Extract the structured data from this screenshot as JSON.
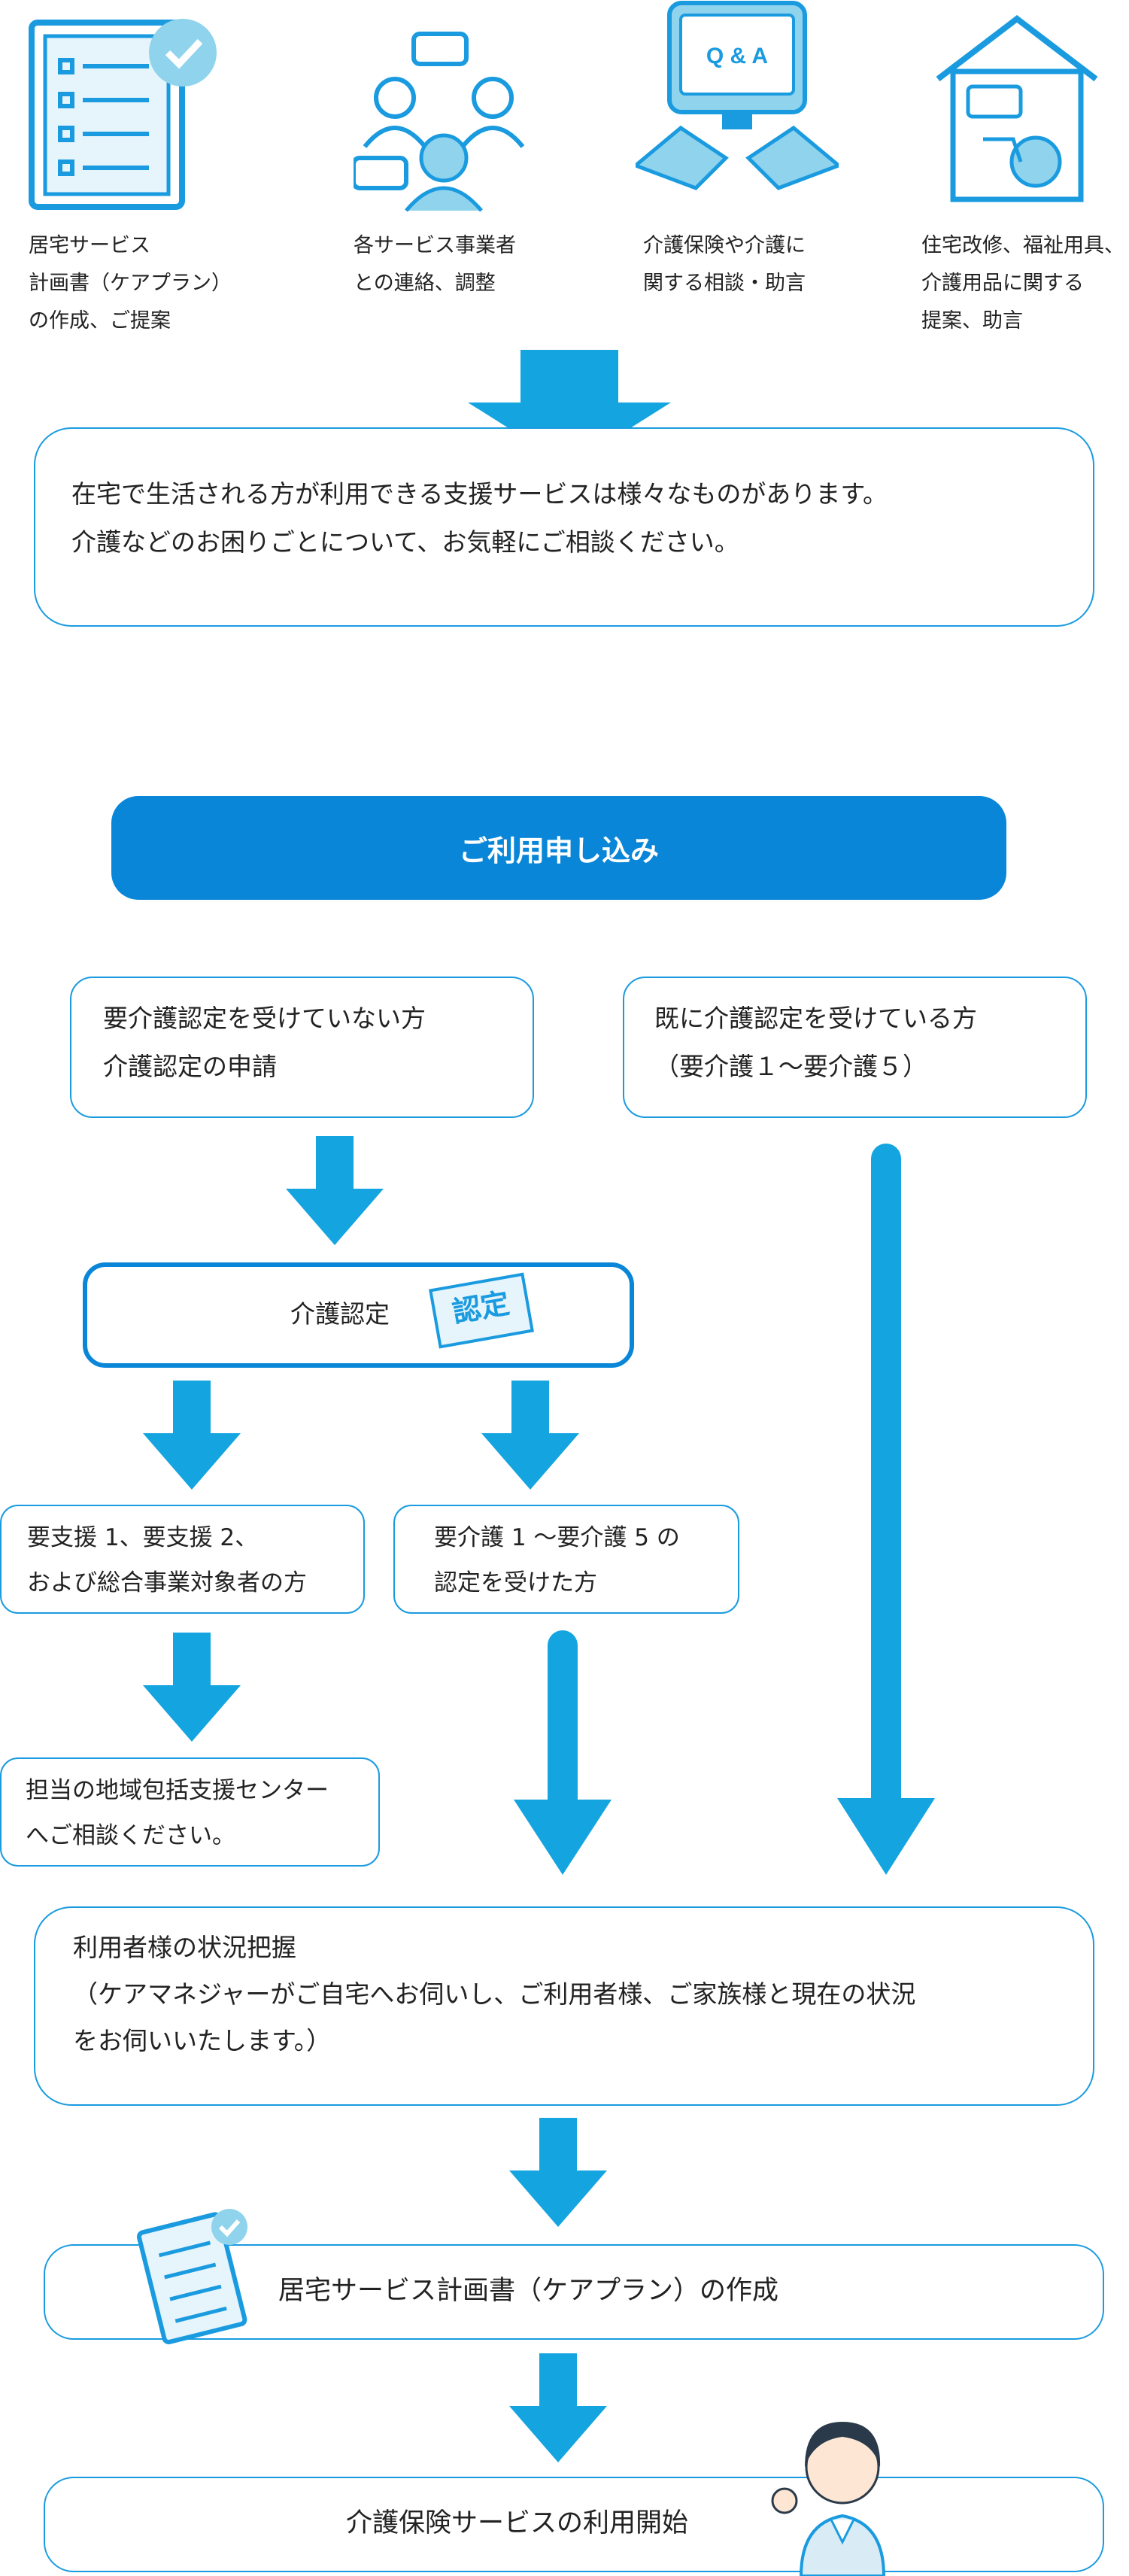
{
  "services": [
    {
      "caption": "居宅サービス\n計画書（ケアプラン）\nの作成、ご提案",
      "icon": "checklist-icon"
    },
    {
      "caption": "各サービス事業者\nとの連絡、調整",
      "icon": "people-chat-icon"
    },
    {
      "caption": "介護保険や介護に\n関する相談・助言",
      "icon": "qa-handshake-icon",
      "icon_text": "Q & A"
    },
    {
      "caption": "住宅改修、福祉用具、\n介護用品に関する\n提案、助言",
      "icon": "house-wheelchair-icon"
    }
  ],
  "intro": {
    "line1": "在宅で生活される方が利用できる支援サービスは様々なものがあります。",
    "line2": "介護などのお困りごとについて、お気軽にご相談ください。"
  },
  "apply_button": "ご利用申し込み",
  "left_start": {
    "line1": "要介護認定を受けていない方",
    "line2": "介護認定の申請"
  },
  "right_start": {
    "line1": "既に介護認定を受けている方",
    "line2": "（要介護１～要介護５）"
  },
  "certification": {
    "label": "介護認定",
    "stamp": "認定"
  },
  "support_level": {
    "line1": "要支援 1、要支援 2、",
    "line2": "および総合事業対象者の方"
  },
  "care_level": {
    "line1": "要介護 1 ～要介護 5 の",
    "line2": "認定を受けた方"
  },
  "consult_center": {
    "line1": "担当の地域包括支援センター",
    "line2": "へご相談ください。"
  },
  "assessment": {
    "line1": "利用者様の状況把握",
    "line2": "（ケアマネジャーがご自宅へお伺いし、ご利用者様、ご家族様と現在の状況",
    "line3": "をお伺いいたします。）"
  },
  "care_plan": "居宅サービス計画書（ケアプラン）の作成",
  "start_service": "介護保険サービスの利用開始",
  "colors": {
    "accent": "#1a9be0",
    "arrow": "#14a4e0",
    "button": "#0a86d8"
  }
}
